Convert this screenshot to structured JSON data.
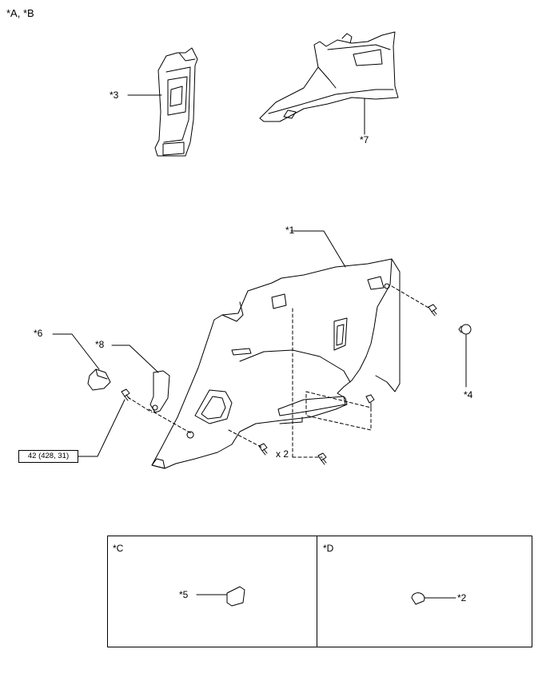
{
  "header": {
    "variant_label": "*A, *B"
  },
  "callouts": {
    "c1": "*1",
    "c2": "*2",
    "c3": "*3",
    "c4": "*4",
    "c5": "*5",
    "c6": "*6",
    "c7": "*7",
    "c8": "*8"
  },
  "torque": {
    "value": "42 (428, 31)"
  },
  "quantity": {
    "bolts": "x 2"
  },
  "detail_panels": [
    {
      "label": "*C"
    },
    {
      "label": "*D"
    }
  ]
}
